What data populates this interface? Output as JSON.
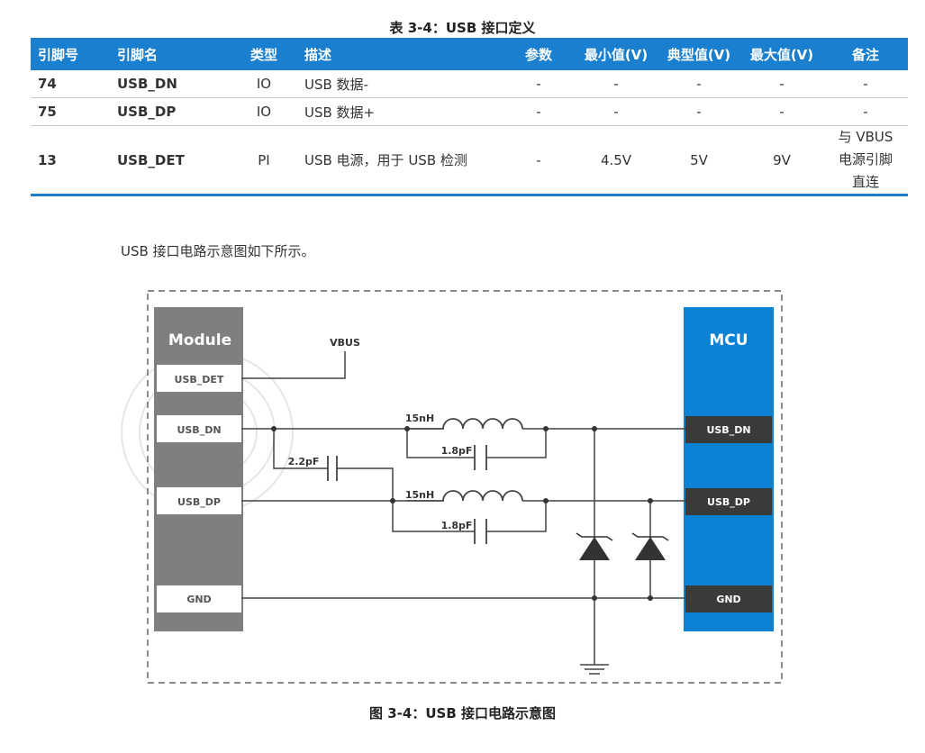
{
  "table_caption": "表 3-4：USB 接口定义",
  "table": {
    "headers": [
      "引脚号",
      "引脚名",
      "类型",
      "描述",
      "参数",
      "最小值(V)",
      "典型值(V)",
      "最大值(V)",
      "备注"
    ],
    "rows": [
      [
        "74",
        "USB_DN",
        "IO",
        "USB 数据-",
        "-",
        "-",
        "-",
        "-",
        "-"
      ],
      [
        "75",
        "USB_DP",
        "IO",
        "USB 数据+",
        "-",
        "-",
        "-",
        "-",
        "-"
      ],
      [
        "13",
        "USB_DET",
        "PI",
        "USB 电源，用于 USB 检测",
        "-",
        "4.5V",
        "5V",
        "9V",
        [
          "与 VBUS",
          "电源引脚",
          "直连"
        ]
      ]
    ]
  },
  "paragraph": "USB 接口电路示意图如下所示。",
  "diagram": {
    "module_title": "Module",
    "module_pins": [
      "USB_DET",
      "USB_DN",
      "USB_DP",
      "GND"
    ],
    "mcu_title": "MCU",
    "mcu_pins": [
      "USB_DN",
      "USB_DP",
      "GND"
    ],
    "vbus_label": "VBUS",
    "inductor_label": "15nH",
    "cap_label": "1.8pF",
    "series_cap_label": "2.2pF",
    "colors": {
      "module": "#7f7f7f",
      "mcu": "#0b82d3",
      "pin_dark": "#3a3a3a",
      "header": "#1a7fce"
    }
  },
  "figure_caption": "图 3-4：USB 接口电路示意图"
}
